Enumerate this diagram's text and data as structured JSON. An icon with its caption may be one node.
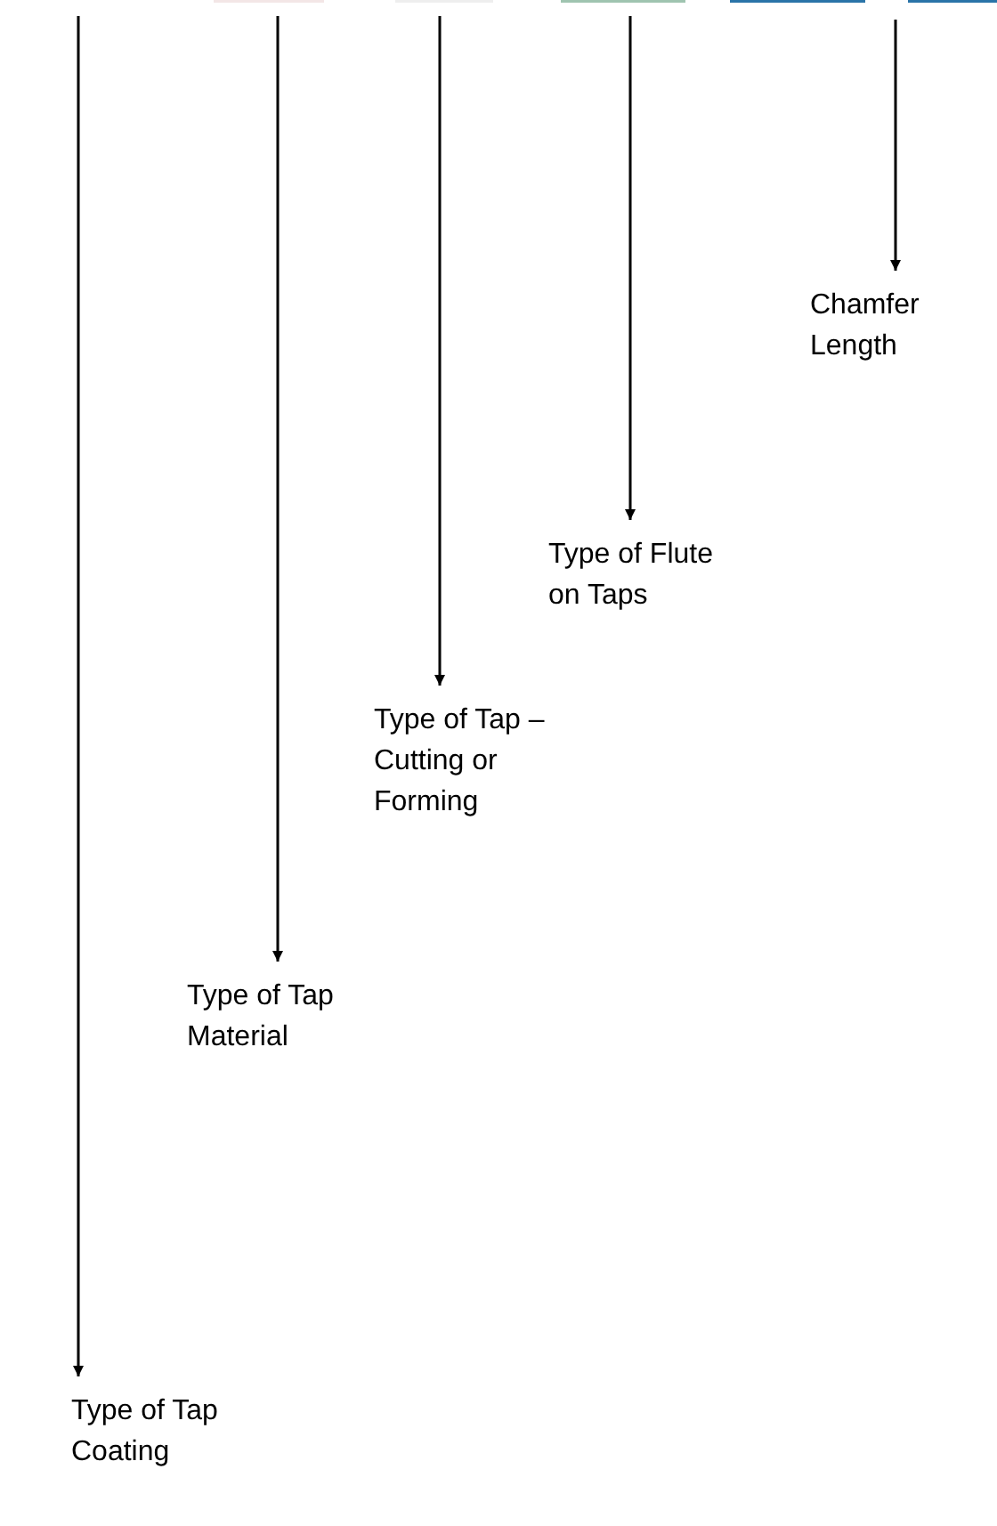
{
  "diagram": {
    "nodes": [
      {
        "text": [
          "Type of Tap Coating"
        ]
      },
      {
        "text": [
          "Type of Tap Material"
        ]
      },
      {
        "text": [
          "Type of Tap – Cutting or Forming"
        ]
      },
      {
        "text": [
          "Type of Flute on Taps"
        ]
      },
      {
        "text": [
          "Chamfer Length"
        ]
      }
    ],
    "edges": [
      {
        "from": null,
        "to": 0,
        "arrow": "to"
      },
      {
        "from": null,
        "to": 1,
        "arrow": "to"
      },
      {
        "from": null,
        "to": 2,
        "arrow": "to"
      },
      {
        "from": null,
        "to": 3,
        "arrow": "to"
      },
      {
        "from": null,
        "to": 4,
        "arrow": "to"
      }
    ]
  }
}
